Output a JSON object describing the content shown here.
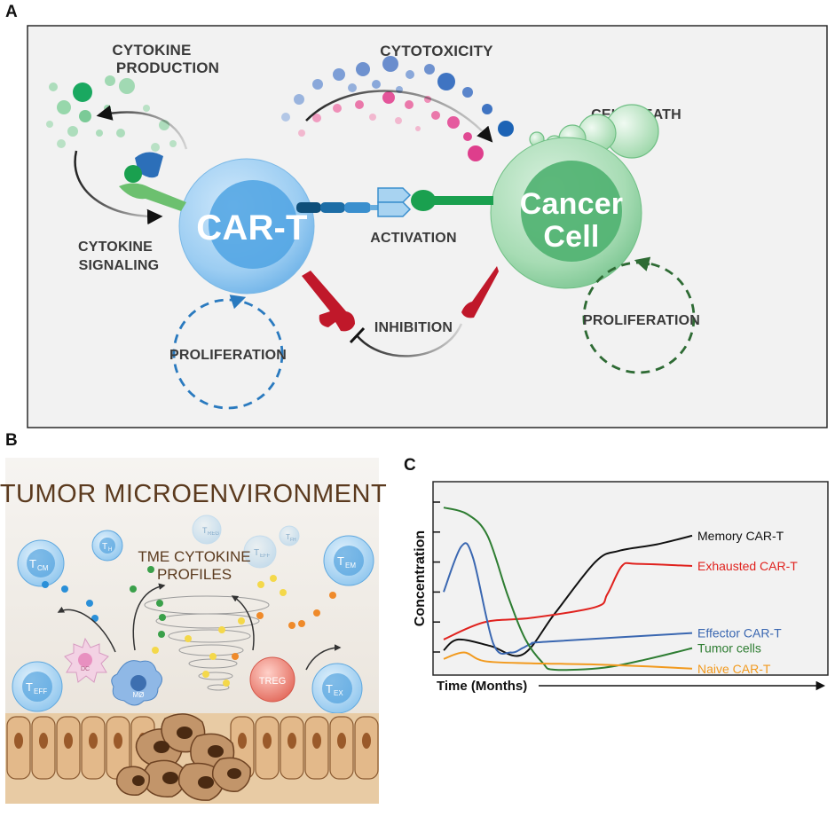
{
  "panel_a": {
    "letter": "A",
    "cytokine_production": [
      "CYTOKINE",
      "PRODUCTION"
    ],
    "cytotoxicity": "CYTOTOXICITY",
    "cell_death": "CELL DEATH",
    "car_t": "CAR-T",
    "cancer_cell": [
      "Cancer",
      "Cell"
    ],
    "activation": "ACTIVATION",
    "cytokine_signaling": [
      "CYTOKINE",
      "SIGNALING"
    ],
    "inhibition": "INHIBITION",
    "proliferation_left": "PROLIFERATION",
    "proliferation_right": "PROLIFERATION"
  },
  "panel_b": {
    "letter": "B",
    "title": "TUMOR MICROENVIRONMENT",
    "profiles": [
      "TME CYTOKINE",
      "PROFILES"
    ],
    "cells": {
      "th": [
        "T",
        "H"
      ],
      "treg_faded": [
        "T",
        "REG"
      ],
      "tfh": [
        "T",
        "FH"
      ],
      "teff_faded": [
        "T",
        "EFF"
      ],
      "tcm": [
        "T",
        "CM"
      ],
      "tem": [
        "T",
        "EM"
      ],
      "teff": [
        "T",
        "EFF"
      ],
      "dc": "DC",
      "mo": "MØ",
      "treg": "TREG",
      "tex": [
        "T",
        "EX"
      ]
    }
  },
  "panel_c": {
    "letter": "C",
    "colors": {
      "memory": "#111111",
      "exhausted": "#e0221e",
      "effector": "#3a67b1",
      "tumor": "#2e7d32",
      "naive": "#f29a1e"
    }
  },
  "chart_data": {
    "type": "line",
    "xlabel": "Time (Months)",
    "ylabel": "Concentration",
    "x_ticks": [],
    "y_ticks": 6,
    "grid": false,
    "legend": "labels at right end of each line",
    "series": [
      {
        "name": "Memory CAR-T",
        "color": "#111111",
        "points": [
          [
            0,
            0.9
          ],
          [
            0.5,
            1.4
          ],
          [
            1.6,
            1.1
          ],
          [
            2.7,
            0.7
          ],
          [
            3.8,
            2.6
          ],
          [
            5.2,
            5.0
          ],
          [
            6.0,
            5.5
          ],
          [
            7.3,
            5.8
          ],
          [
            8.5,
            6.2
          ]
        ]
      },
      {
        "name": "Exhausted CAR-T",
        "color": "#e0221e",
        "points": [
          [
            0,
            1.4
          ],
          [
            1.4,
            2.2
          ],
          [
            3.0,
            2.4
          ],
          [
            5.2,
            2.9
          ],
          [
            5.6,
            3.5
          ],
          [
            6.1,
            4.8
          ],
          [
            6.6,
            4.9
          ],
          [
            8.5,
            4.8
          ]
        ]
      },
      {
        "name": "Effector CAR-T",
        "color": "#3a67b1",
        "points": [
          [
            0,
            3.6
          ],
          [
            0.6,
            5.7
          ],
          [
            1.0,
            5.2
          ],
          [
            1.7,
            1.2
          ],
          [
            2.3,
            0.8
          ],
          [
            2.7,
            1.0
          ],
          [
            3.0,
            1.2
          ],
          [
            3.6,
            1.3
          ],
          [
            8.5,
            1.7
          ]
        ]
      },
      {
        "name": "Tumor cells",
        "color": "#2e7d32",
        "points": [
          [
            0,
            7.5
          ],
          [
            0.8,
            7.2
          ],
          [
            1.5,
            6.2
          ],
          [
            2.2,
            3.4
          ],
          [
            2.8,
            1.4
          ],
          [
            3.4,
            0.3
          ],
          [
            3.8,
            0.0
          ],
          [
            5.5,
            0.1
          ],
          [
            7.0,
            0.5
          ],
          [
            8.5,
            1.0
          ]
        ]
      },
      {
        "name": "Naive CAR-T",
        "color": "#f29a1e",
        "points": [
          [
            0,
            0.5
          ],
          [
            0.7,
            0.8
          ],
          [
            1.4,
            0.4
          ],
          [
            3.0,
            0.3
          ],
          [
            5.0,
            0.25
          ],
          [
            7.0,
            0.15
          ],
          [
            8.5,
            0.05
          ]
        ]
      }
    ]
  }
}
